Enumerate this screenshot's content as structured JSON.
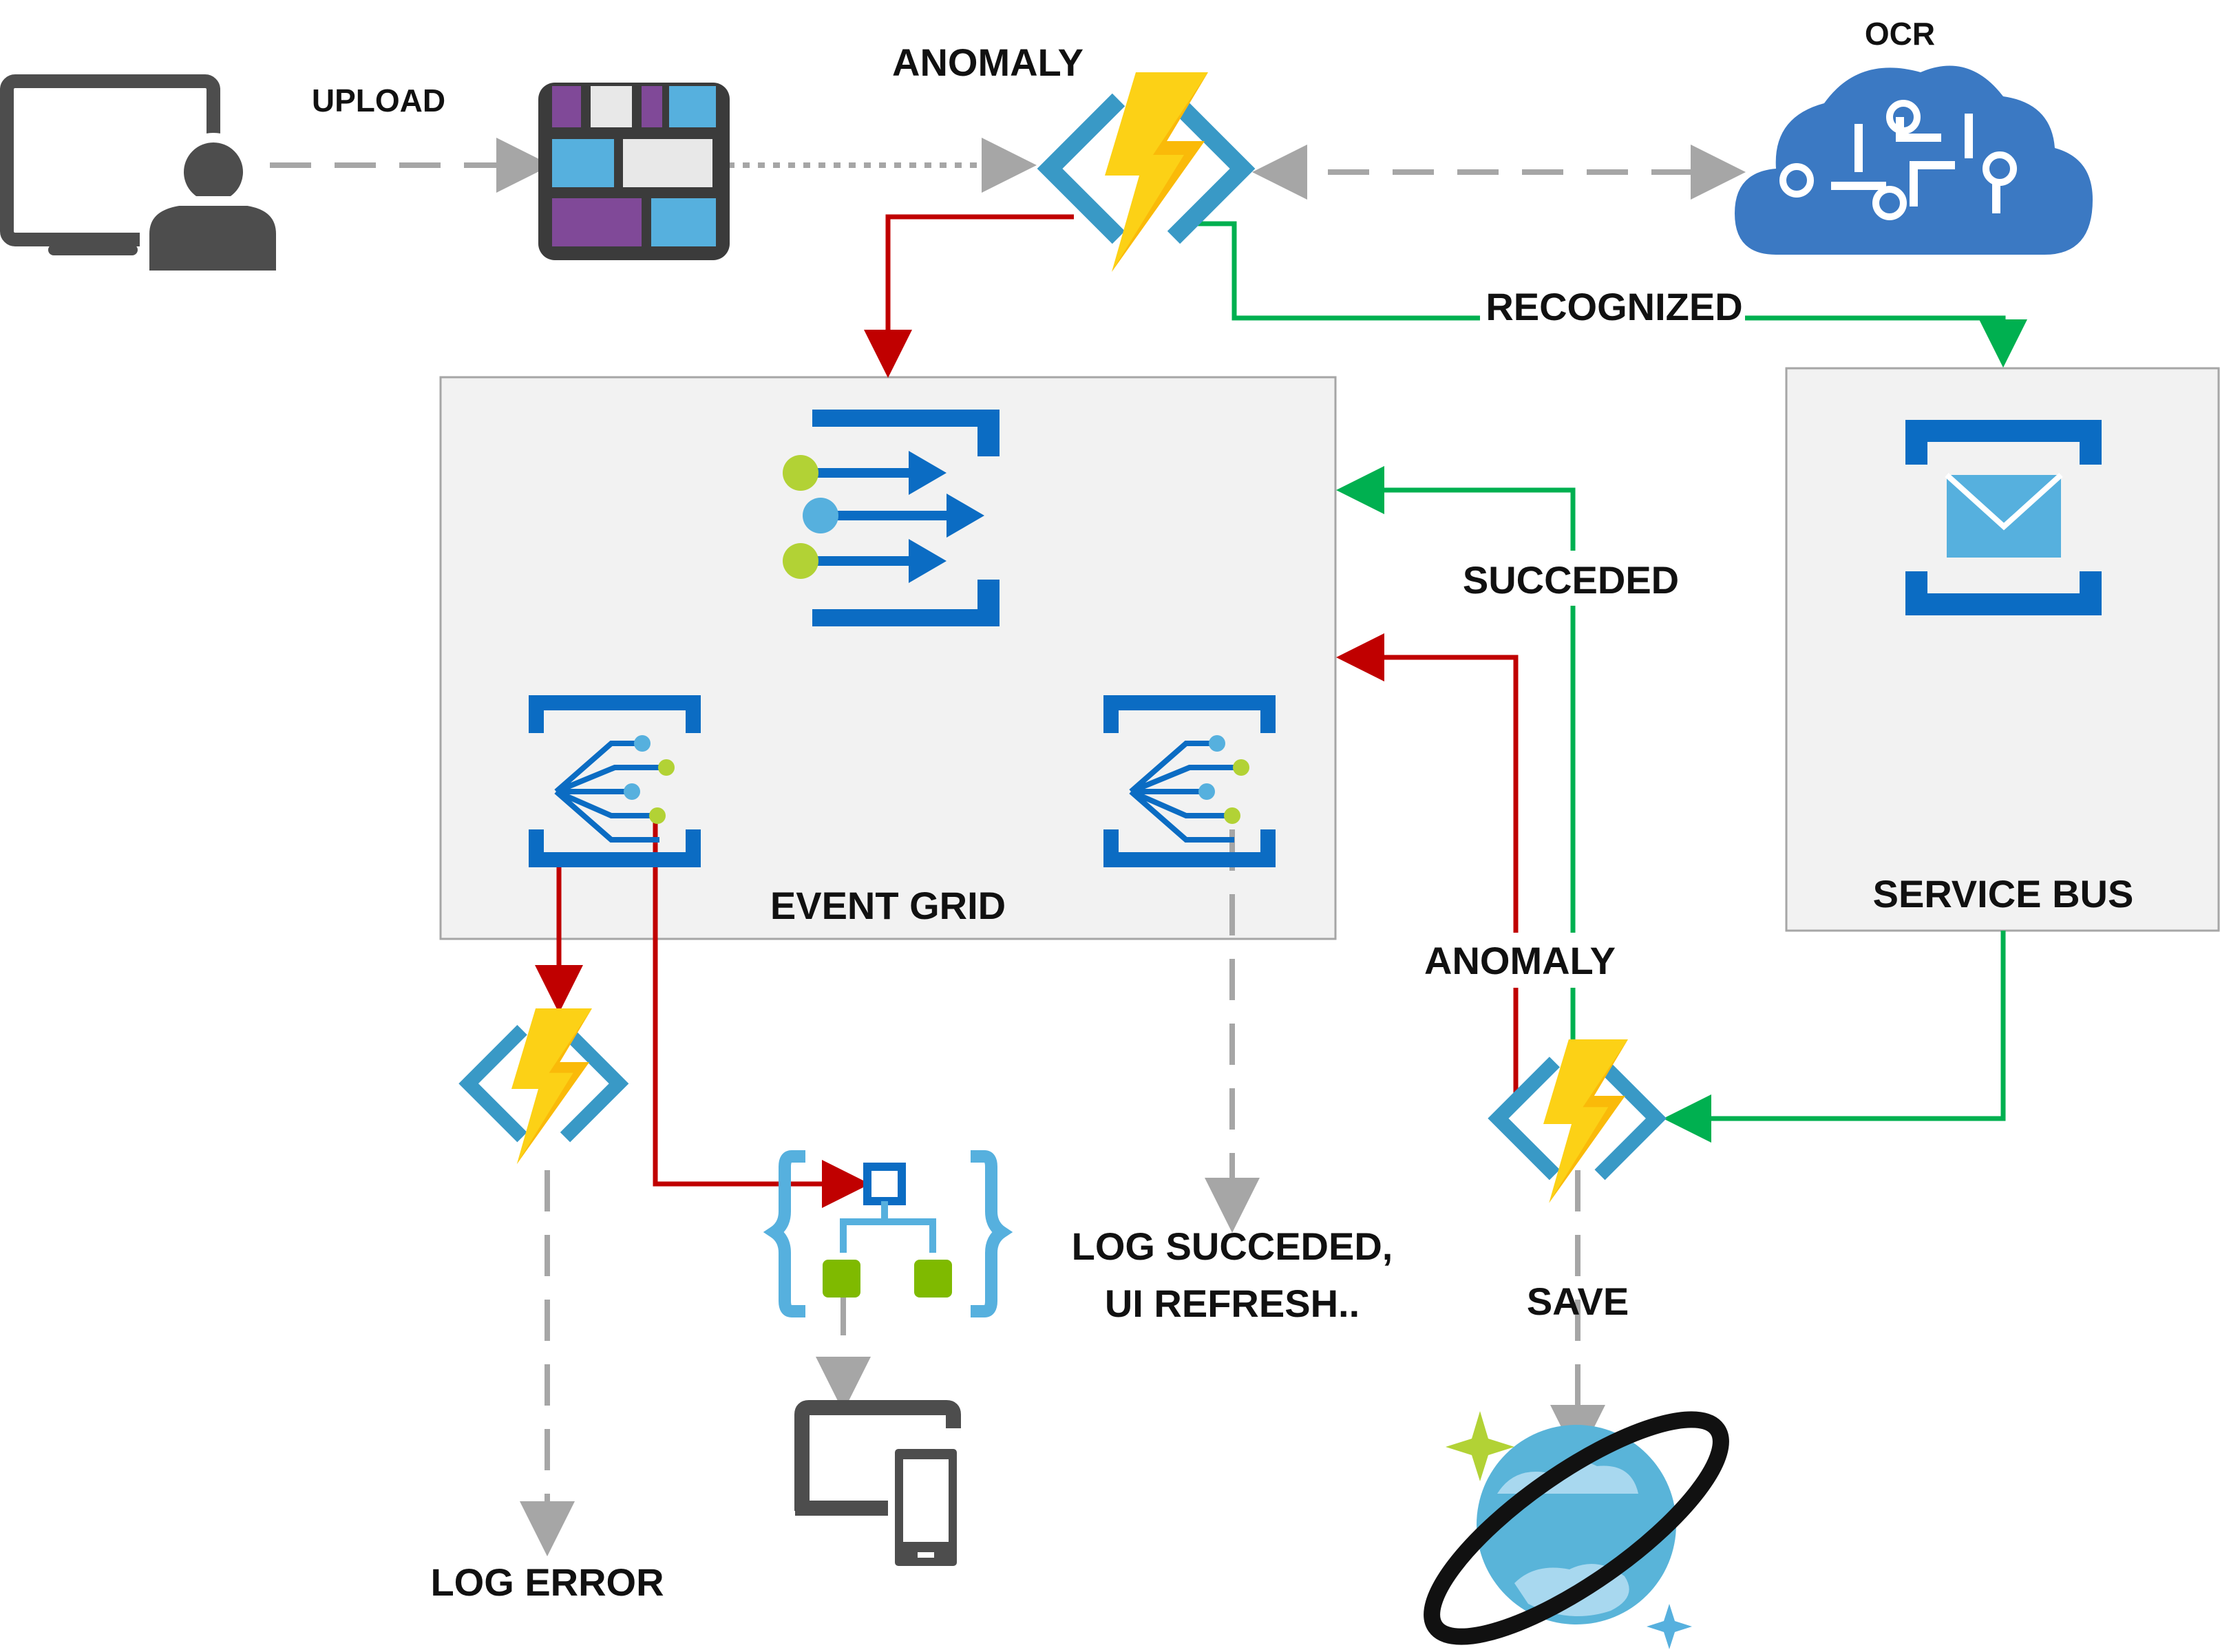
{
  "labels": {
    "upload": "UPLOAD",
    "anomaly_top": "ANOMALY",
    "ocr": "OCR",
    "recognized": "RECOGNIZED",
    "succeded": "SUCCEDED",
    "event_grid": "EVENT GRID",
    "service_bus": "SERVICE BUS",
    "anomaly_right": "ANOMALY",
    "log_succeded_line1": "LOG  SUCCEDED,",
    "log_succeded_line2": "UI REFRESH..",
    "save": "SAVE",
    "log_error": "LOG ERROR"
  },
  "colors": {
    "anomaly_edge": "#c00000",
    "success_edge": "#00b050",
    "neutral_edge": "#a6a6a6",
    "azure_blue": "#0b6cc3",
    "light_blue": "#56b0de",
    "lime": "#b2d235",
    "bolt_yellow": "#fcd116",
    "container_fill": "#f2f2f2",
    "container_stroke": "#a6a6a6"
  },
  "icons": {
    "user_workstation": "monitor-user-icon",
    "storage": "blob-storage-icon",
    "function": "azure-function-icon",
    "cognitive": "cognitive-services-icon",
    "event_grid": "event-grid-icon",
    "subscription": "event-grid-subscription-icon",
    "service_bus": "service-bus-icon",
    "logic_app": "logic-app-icon",
    "devices": "devices-icon",
    "cosmos": "cosmos-db-icon"
  }
}
